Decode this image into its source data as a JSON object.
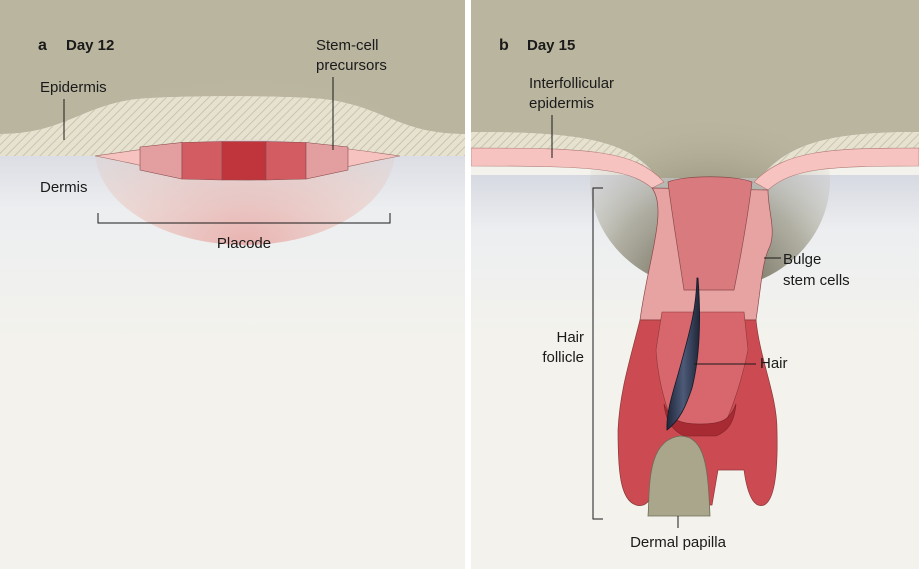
{
  "panel_a": {
    "letter": "a",
    "day": "Day 12",
    "labels": {
      "epidermis": "Epidermis",
      "stem_line1": "Stem-cell",
      "stem_line2": "precursors",
      "dermis": "Dermis",
      "placode": "Placode"
    }
  },
  "panel_b": {
    "letter": "b",
    "day": "Day 15",
    "labels": {
      "interfollicular_line1": "Interfollicular",
      "interfollicular_line2": "epidermis",
      "bulge_line1": "Bulge",
      "bulge_line2": "stem cells",
      "hair_follicle_line1": "Hair",
      "hair_follicle_line2": "follicle",
      "hair": "Hair",
      "dermal_papilla": "Dermal papilla"
    }
  },
  "colors": {
    "epidermis_bg": "#b9b59f",
    "dermis_bg": "#f3f2ed",
    "hatch_band": "#e3dfcc",
    "pink_layer": "#f6c3c0",
    "red_dark": "#c33940",
    "red_mid": "#d9626a",
    "hair_shaft": "#2a3347",
    "papilla": "#a9a68c"
  }
}
